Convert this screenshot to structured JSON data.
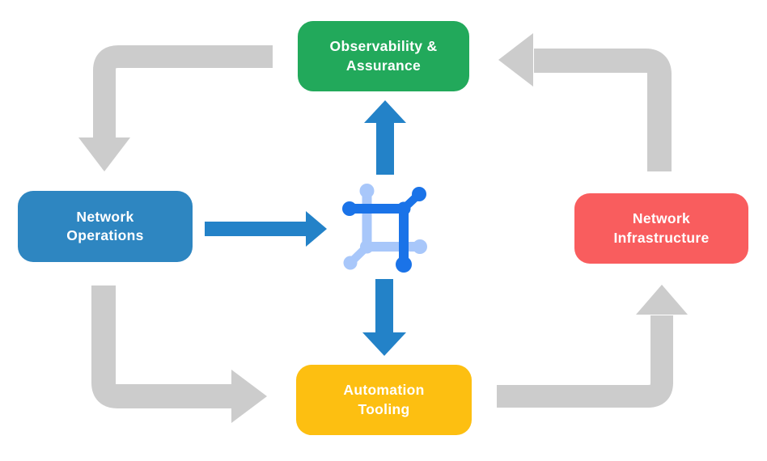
{
  "nodes": {
    "top": {
      "label_line1": "Observability &",
      "label_line2": "Assurance",
      "color": "#22a95b"
    },
    "left": {
      "label_line1": "Network",
      "label_line2": "Operations",
      "color": "#2e86c1"
    },
    "right": {
      "label_line1": "Network",
      "label_line2": "Infrastructure",
      "color": "#f95d5e"
    },
    "bottom": {
      "label_line1": "Automation",
      "label_line2": "Tooling",
      "color": "#fdbf11"
    }
  },
  "center_icon": {
    "name": "network-mesh-icon",
    "color_dark": "#1a73e8",
    "color_light": "#a8c7fa"
  },
  "arrows": {
    "cycle_color": "#cccccc",
    "flow_color": "#2382c8"
  }
}
